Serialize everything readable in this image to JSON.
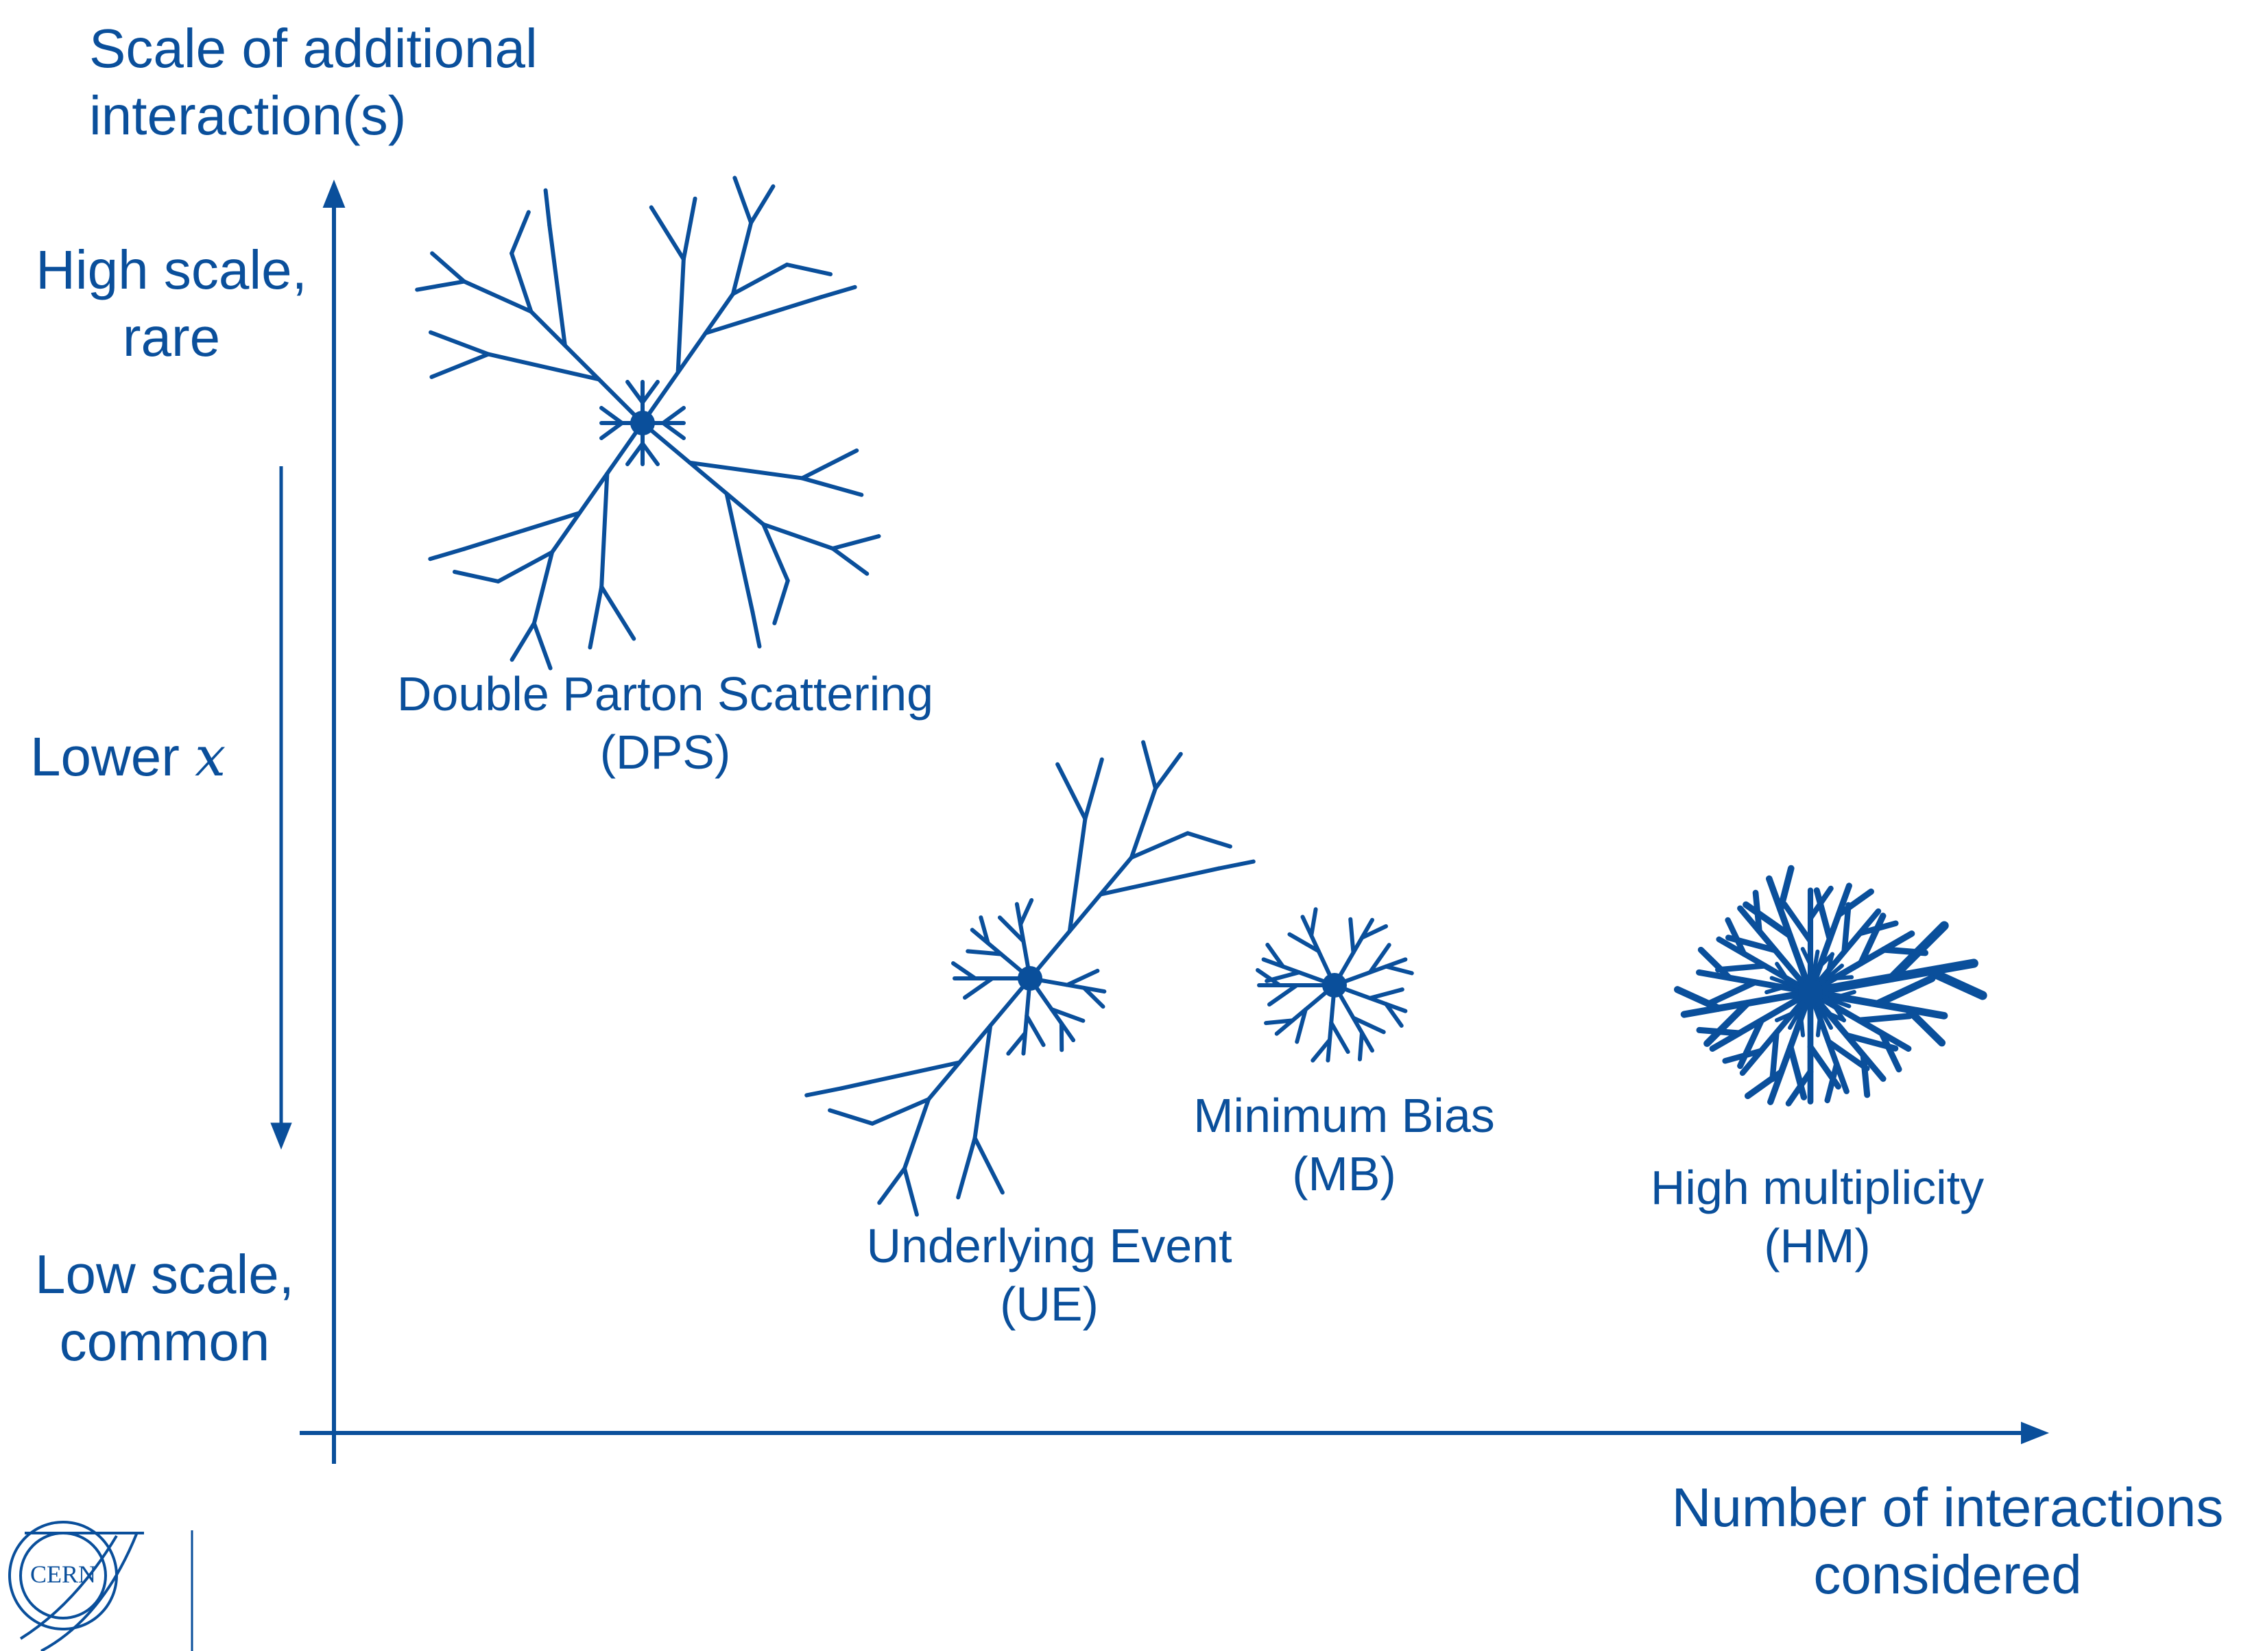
{
  "colors": {
    "ink": "#0a4f9b",
    "background": "#ffffff"
  },
  "y_axis": {
    "title_line1": "Scale of additional",
    "title_line2": "interaction(s)",
    "top_label_line1": "High scale,",
    "top_label_line2": "rare",
    "middle_label_prefix": "Lower ",
    "middle_label_var": "x",
    "bottom_label_line1": "Low scale,",
    "bottom_label_line2": "common"
  },
  "x_axis": {
    "title_line1": "Number of interactions",
    "title_line2": "considered"
  },
  "categories": [
    {
      "name": "Double Parton Scattering",
      "abbr": "(DPS)"
    },
    {
      "name": "Underlying Event",
      "abbr": "(UE)"
    },
    {
      "name": "Minimum Bias",
      "abbr": "(MB)"
    },
    {
      "name": "High multiplicity",
      "abbr": "(HM)"
    }
  ],
  "logo": {
    "text": "CERN"
  }
}
